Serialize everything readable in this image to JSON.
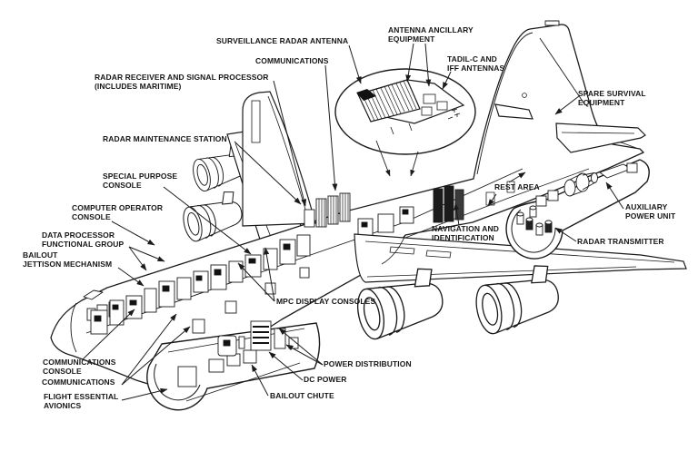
{
  "figure": {
    "type": "aircraft-cutaway-diagram",
    "subject": "AWACS surveillance aircraft cutaway with labeled systems"
  },
  "colors": {
    "ink": "#1b1b1b",
    "background": "#ffffff"
  },
  "callouts": {
    "surveillance_radar_antenna": "SURVEILLANCE RADAR ANTENNA",
    "communications_upper": "COMMUNICATIONS",
    "radar_receiver_signal_processor": "RADAR RECEIVER AND SIGNAL PROCESSOR\n(INCLUDES MARITIME)",
    "radar_maintenance_station": "RADAR MAINTENANCE STATION",
    "special_purpose_console": "SPECIAL PURPOSE\nCONSOLE",
    "computer_operator_console": "COMPUTER OPERATOR\nCONSOLE",
    "data_processor_functional_group": "DATA PROCESSOR\nFUNCTIONAL GROUP",
    "bailout_jettison_mechanism": "BAILOUT\nJETTISON MECHANISM",
    "communications_console": "COMMUNICATIONS\nCONSOLE",
    "communications_lower": "COMMUNICATIONS",
    "flight_essential_avionics": "FLIGHT ESSENTIAL\nAVIONICS",
    "antenna_ancillary_equipment": "ANTENNA ANCILLARY\nEQUIPMENT",
    "tadil_c_iff_antennas": "TADIL-C AND\nIFF ANTENNAS",
    "spare_survival_equipment": "SPARE SURVIVAL\nEQUIPMENT",
    "rest_area": "REST AREA",
    "navigation_identification": "NAVIGATION AND\nIDENTIFICATION",
    "auxiliary_power_unit": "AUXILIARY\nPOWER UNIT",
    "radar_transmitter": "RADAR TRANSMITTER",
    "mpc_display_consoles": "MPC DISPLAY CONSOLES",
    "power_distribution": "POWER DISTRIBUTION",
    "dc_power": "DC POWER",
    "bailout_chute": "BAILOUT CHUTE"
  }
}
